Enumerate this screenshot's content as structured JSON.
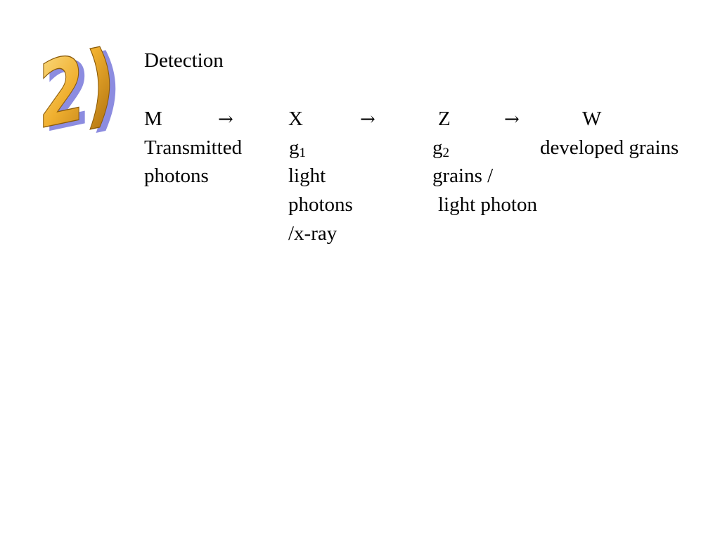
{
  "slide_number": "2)",
  "heading": "Detection",
  "chain": {
    "nodes": [
      "M",
      "X",
      "Z",
      "W"
    ],
    "arrow": "→"
  },
  "labels": {
    "m_line1": "Transmitted",
    "m_line2": "photons",
    "g1_base": "g",
    "g1_sub": "1",
    "x_line2": "light",
    "x_line3": "photons",
    "x_line4": "/x-ray",
    "g2_base": "g",
    "g2_sub": "2",
    "z_line2": "grains /",
    "z_line3": "light photon",
    "w_line1": "developed grains"
  },
  "colors": {
    "number_fill_light": "#F7C64A",
    "number_fill_dark": "#B87A10",
    "number_shadow": "#8C8CE0",
    "text": "#000000"
  }
}
